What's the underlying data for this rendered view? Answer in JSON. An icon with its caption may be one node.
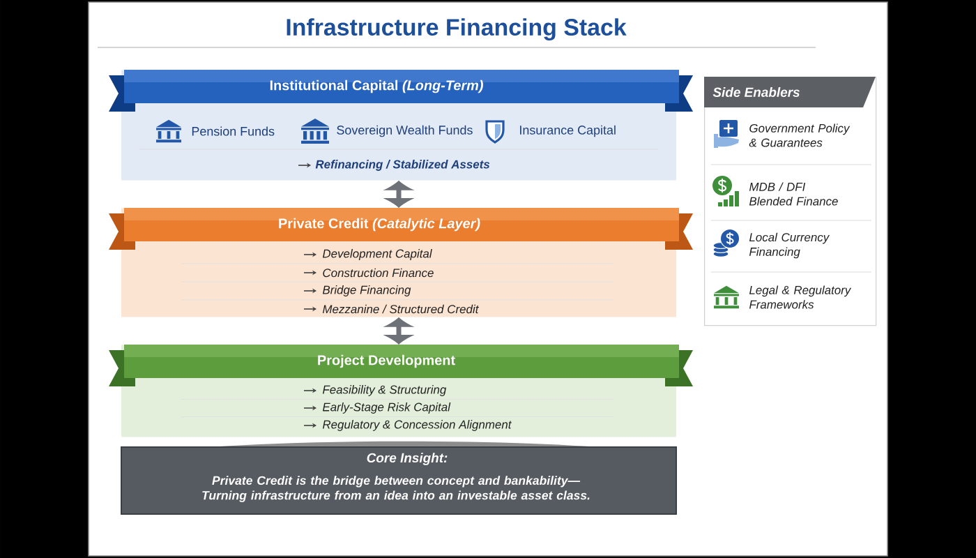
{
  "diagram": {
    "title": "Infrastructure Financing Stack",
    "nodes": [
      {
        "text": [
          "Institutional Capital *(Long-Term)*",
          "Pension Funds",
          "Sovereign Wealth Funds",
          "Insurance Capital",
          "Refinancing / Stabilized Assets"
        ]
      },
      {
        "text": [
          "Private Credit *(Catalytic Layer)*",
          "Development Capital",
          "Construction Finance",
          "Bridge Financing",
          "Mezzanine / Structured Credit"
        ]
      },
      {
        "text": [
          "Project Development",
          "Feasibility & Structuring",
          "Early-Stage Risk Capital",
          "Regulatory & Concession Alignment"
        ]
      },
      {
        "text": [
          "Core Insight:",
          "Private Credit is the bridge between concept and bankability— Turning infrastructure from an idea into an investable asset class."
        ]
      },
      {
        "text": [
          "Side Enablers",
          "Government Policy & Guarantees",
          "MDB / DFI Blended Finance",
          "Local Currency Financing",
          "Legal & Regulatory Frameworks"
        ]
      }
    ],
    "edges": [
      {
        "from": 0,
        "to": 1,
        "arrow": "both"
      },
      {
        "from": 1,
        "to": 2,
        "arrow": "both"
      }
    ]
  }
}
